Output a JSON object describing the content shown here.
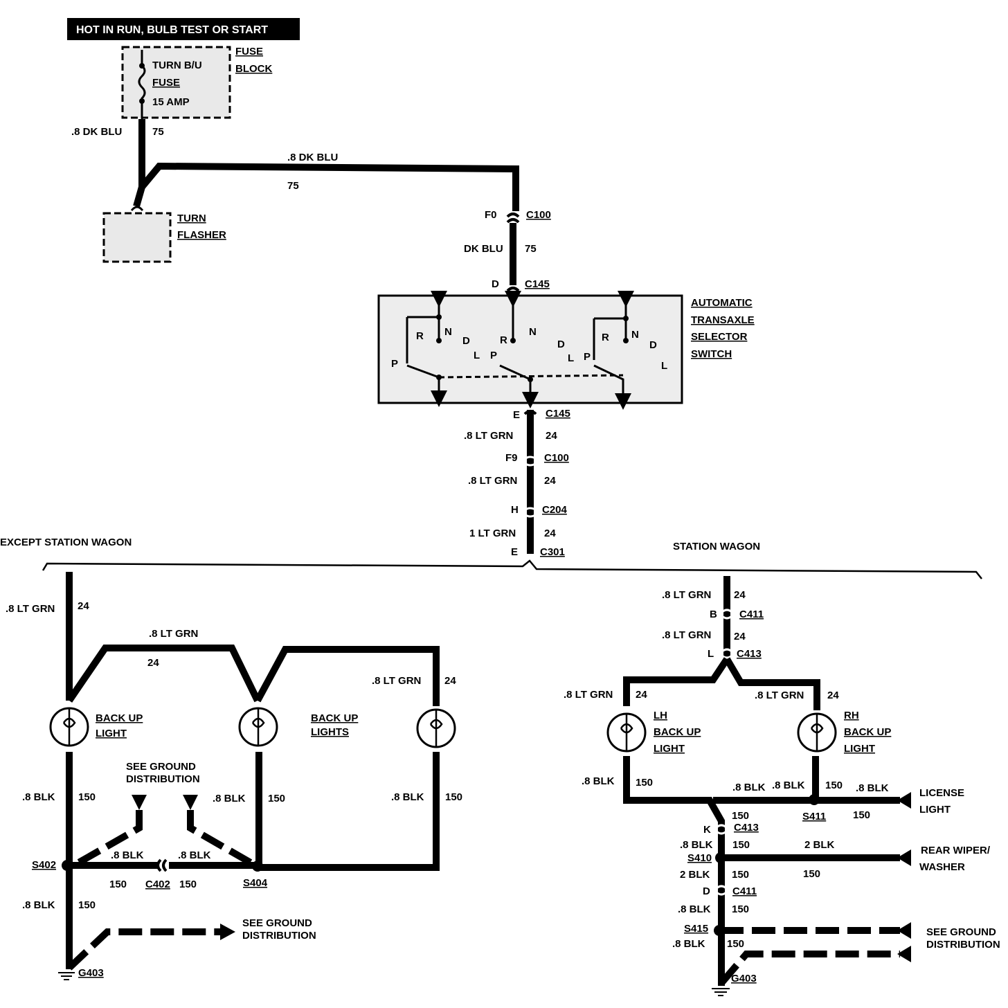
{
  "header": {
    "power_label": "HOT IN RUN,   BULB TEST OR START"
  },
  "fuse_block": {
    "title1": "FUSE",
    "title2": "BLOCK",
    "fuse_line1": "TURN B/U",
    "fuse_line2": "FUSE",
    "fuse_line3": "15 AMP"
  },
  "turn_flasher": {
    "line1": "TURN",
    "line2": "FLASHER"
  },
  "top_wires": {
    "w1_color": ".8 DK BLU",
    "w1_circuit": "75",
    "w2_color": ".8 DK BLU",
    "w2_circuit": "75",
    "w3_color": "DK BLU",
    "w3_circuit": "75"
  },
  "connectors": {
    "c100_top_pin": "F0",
    "c100_top": "C100",
    "c145_top_pin": "D",
    "c145_top": "C145",
    "c145_bot_pin": "E",
    "c145_bot": "C145",
    "c100_bot_pin": "F9",
    "c100_bot": "C100",
    "c204_pin": "H",
    "c204": "C204",
    "c301_pin": "E",
    "c301": "C301"
  },
  "selector_switch": {
    "line1": "AUTOMATIC",
    "line2": "TRANSAXLE",
    "line3": "SELECTOR",
    "line4": "SWITCH",
    "g1": [
      "P",
      "R",
      "N",
      "D",
      "L"
    ],
    "g2": [
      "P",
      "R",
      "N",
      "D",
      "L"
    ],
    "g3": [
      "P",
      "R",
      "N",
      "D",
      "L"
    ]
  },
  "trunk_wires": {
    "a_color": ".8 LT GRN",
    "a_circuit": "24",
    "b_color": ".8 LT GRN",
    "b_circuit": "24",
    "c_color": "1 LT GRN",
    "c_circuit": "24"
  },
  "except_wagon": {
    "title": "EXCEPT STATION WAGON",
    "w_left_color": ".8 LT GRN",
    "w_left_circuit": "24",
    "w_top_color": ".8 LT GRN",
    "w_top_circuit": "24",
    "w_right_color": ".8 LT GRN",
    "w_right_circuit": "24",
    "backup_light_1": "BACK UP",
    "backup_light_2": "LIGHT",
    "backup_lights_1": "BACK UP",
    "backup_lights_2": "LIGHTS",
    "gnd_dist_1": "SEE GROUND",
    "gnd_dist_2": "DISTRIBUTION",
    "blk1_color": ".8 BLK",
    "blk1_circuit": "150",
    "blk2_color": ".8 BLK",
    "blk2_circuit": "150",
    "blk3_color": ".8 BLK",
    "blk3_circuit": "150",
    "blk4_color": ".8 BLK",
    "blk5_color": ".8 BLK",
    "c402_left": "150",
    "c402": "C402",
    "c402_right": "150",
    "s402": "S402",
    "s404": "S404",
    "blk6_color": ".8 BLK",
    "blk6_circuit": "150",
    "gnd_dist2_1": "SEE GROUND",
    "gnd_dist2_2": "DISTRIBUTION",
    "g403": "G403"
  },
  "station_wagon": {
    "title": "STATION WAGON",
    "w1_color": ".8 LT GRN",
    "w1_circuit": "24",
    "c411_pin": "B",
    "c411": "C411",
    "w2_color": ".8 LT GRN",
    "w2_circuit": "24",
    "c413_pin": "L",
    "c413": "C413",
    "wl_color": ".8 LT GRN",
    "wl_circuit": "24",
    "wr_color": ".8 LT GRN",
    "wr_circuit": "24",
    "lh1": "LH",
    "lh2": "BACK UP",
    "lh3": "LIGHT",
    "rh1": "RH",
    "rh2": "BACK UP",
    "rh3": "LIGHT",
    "bl_color": ".8 BLK",
    "bl_circuit": "150",
    "bm_color": ".8 BLK",
    "bm2_color": ".8 BLK",
    "bm_circuit": "150",
    "br_color": ".8 BLK",
    "br_circuit": "150",
    "s411": "S411",
    "license_1": "LICENSE",
    "license_2": "LIGHT",
    "j150": "150",
    "c413k_pin": "K",
    "c413k": "C413",
    "b410_color": ".8 BLK",
    "b410_circuit": "150",
    "s410": "S410",
    "wiper_color": "2 BLK",
    "wiper_circuit": "150",
    "wiper_1": "REAR WIPER/",
    "wiper_2": "WASHER",
    "b411_color": "2 BLK",
    "b411_circuit": "150",
    "c411d_pin": "D",
    "c411d": "C411",
    "b415_color": ".8 BLK",
    "b415_circuit": "150",
    "s415": "S415",
    "b415b_color": ".8 BLK",
    "b415b_circuit": "150",
    "gnd_1": "SEE GROUND",
    "gnd_2": "DISTRIBUTION",
    "g403": "G403"
  }
}
